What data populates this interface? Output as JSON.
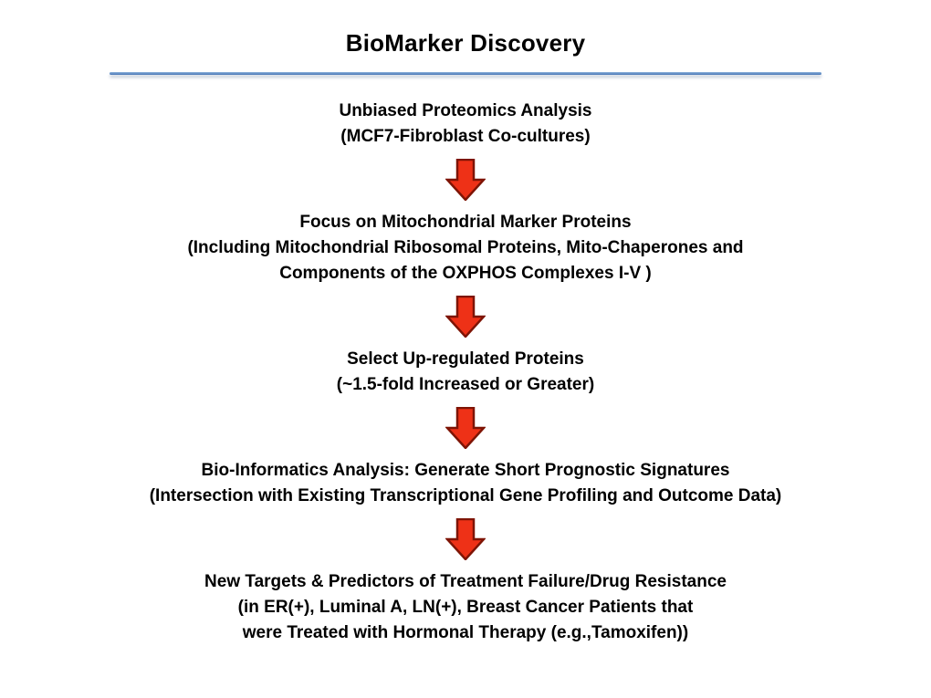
{
  "slide": {
    "title": "BioMarker Discovery",
    "colors": {
      "divider_blue": "#4472B4",
      "arrow_red": "#EE3117",
      "arrow_outline": "#7E1405"
    },
    "steps": [
      {
        "lines": [
          "Unbiased Proteomics Analysis",
          "(MCF7-Fibroblast Co-cultures)"
        ]
      },
      {
        "lines": [
          "Focus on Mitochondrial Marker Proteins",
          "(Including Mitochondrial Ribosomal Proteins, Mito-Chaperones and",
          "Components of the OXPHOS Complexes I-V )"
        ]
      },
      {
        "lines": [
          "Select Up-regulated Proteins",
          "(~1.5-fold Increased or Greater)"
        ]
      },
      {
        "lines": [
          "Bio-Informatics Analysis: Generate Short Prognostic Signatures",
          "(Intersection with Existing Transcriptional Gene Profiling and Outcome Data)"
        ]
      },
      {
        "lines": [
          "New Targets & Predictors of Treatment Failure/Drug Resistance",
          "(in ER(+), Luminal A, LN(+), Breast Cancer Patients that",
          "were Treated with Hormonal Therapy (e.g.,Tamoxifen))"
        ]
      }
    ]
  }
}
